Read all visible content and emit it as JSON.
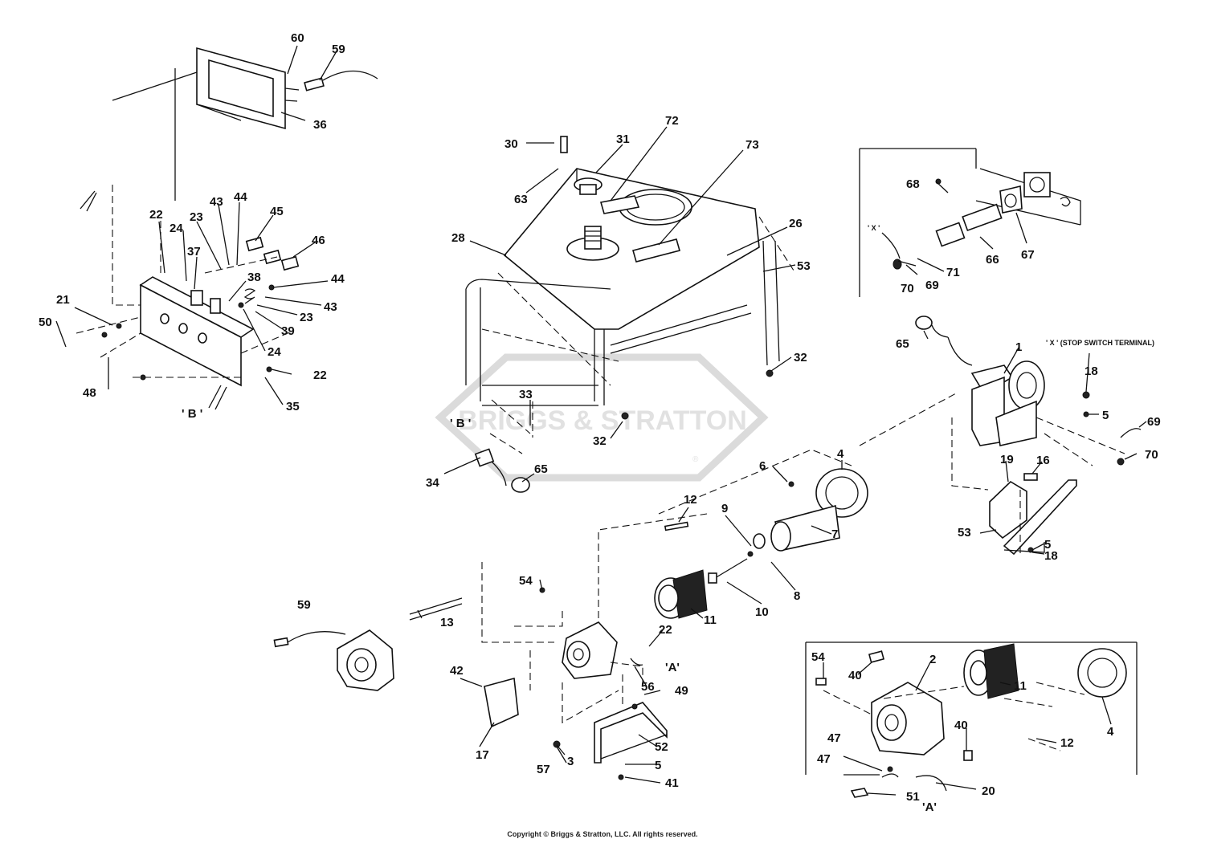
{
  "watermark": {
    "text": "BRIGGS & STRATTON",
    "registered": "®"
  },
  "copyright": "Copyright © Briggs & Stratton, LLC. All rights reserved.",
  "annotations": {
    "stop_switch": "' X ' (STOP SWITCH TERMINAL)",
    "x_mark": "' X '",
    "view_a": "'A'",
    "view_b": "' B '"
  },
  "callouts": {
    "c60": "60",
    "c59a": "59",
    "c36": "36",
    "c22a": "22",
    "c24a": "24",
    "c23a": "23",
    "c43a": "43",
    "c44a": "44",
    "c45": "45",
    "c46": "46",
    "c37": "37",
    "c38": "38",
    "c44b": "44",
    "c43b": "43",
    "c23b": "23",
    "c39": "39",
    "c24b": "24",
    "c21": "21",
    "c50": "50",
    "c48": "48",
    "c22b": "22",
    "c35": "35",
    "c30": "30",
    "c31": "31",
    "c72": "72",
    "c73": "73",
    "c63": "63",
    "c28": "28",
    "c26": "26",
    "c53a": "53",
    "c32a": "32",
    "c33": "33",
    "c32b": "32",
    "c34": "34",
    "c65a": "65",
    "c68": "68",
    "c66": "66",
    "c67": "67",
    "c71": "71",
    "c70a": "70",
    "c69a": "69",
    "c65b": "65",
    "c1": "1",
    "c18a": "18",
    "c5a": "5",
    "c69b": "69",
    "c70b": "70",
    "c19": "19",
    "c16": "16",
    "c53b": "53",
    "c5b": "5",
    "c18b": "18",
    "c6": "6",
    "c4a": "4",
    "c7": "7",
    "c12a": "12",
    "c9": "9",
    "c8": "8",
    "c10": "10",
    "c11a": "11",
    "c54a": "54",
    "c13": "13",
    "c59b": "59",
    "c22c": "22",
    "c56": "56",
    "c49": "49",
    "c42": "42",
    "c17": "17",
    "c3": "3",
    "c57": "57",
    "c52": "52",
    "c5c": "5",
    "c41": "41",
    "c54b": "54",
    "c40a": "40",
    "c2": "2",
    "c11b": "11",
    "c4b": "4",
    "c12b": "12",
    "c40b": "40",
    "c47a": "47",
    "c47b": "47",
    "c51": "51",
    "c20": "20"
  }
}
